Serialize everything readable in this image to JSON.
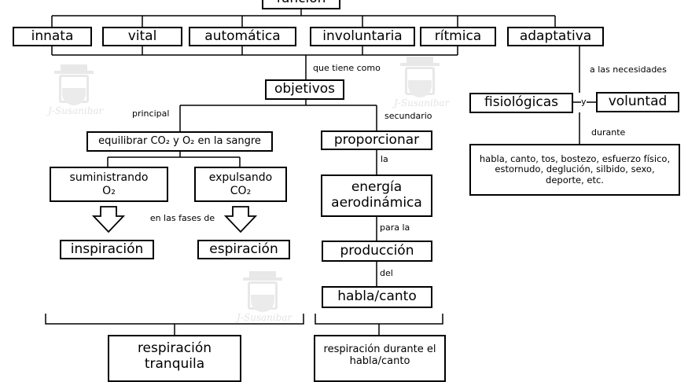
{
  "nodes": {
    "funcion": "función",
    "innata": "innata",
    "vital": "vital",
    "automatica": "automática",
    "involuntaria": "involuntaria",
    "ritmica": "rítmica",
    "adaptativa": "adaptativa",
    "objetivos": "objetivos",
    "fisiologicas": "fisiológicas",
    "voluntad": "voluntad",
    "actividades": "habla, canto, tos, bostezo, esfuerzo físico, estornudo, deglución, silbido, sexo, deporte, etc.",
    "equilibrar": "equilibrar CO₂ y O₂ en la sangre",
    "suministrando": "suministrando O₂",
    "expulsando": "expulsando CO₂",
    "inspiracion": "inspiración",
    "espiracion": "espiración",
    "proporcionar": "proporcionar",
    "energia": "energía aerodinámica",
    "produccion": "producción",
    "habla_canto": "habla/canto",
    "resp_tranquila": "respiración tranquila",
    "resp_habla": "respiración durante el habla/canto"
  },
  "labels": {
    "que_tiene_como": "que tiene como",
    "a_las_necesidades": "a las necesidades",
    "principal": "principal",
    "secundario": "secundario",
    "y": "y",
    "durante": "durante",
    "la": "la",
    "para_la": "para la",
    "del": "del",
    "en_las_fases_de": "en las fases de"
  },
  "watermark": "J-Susanibar"
}
